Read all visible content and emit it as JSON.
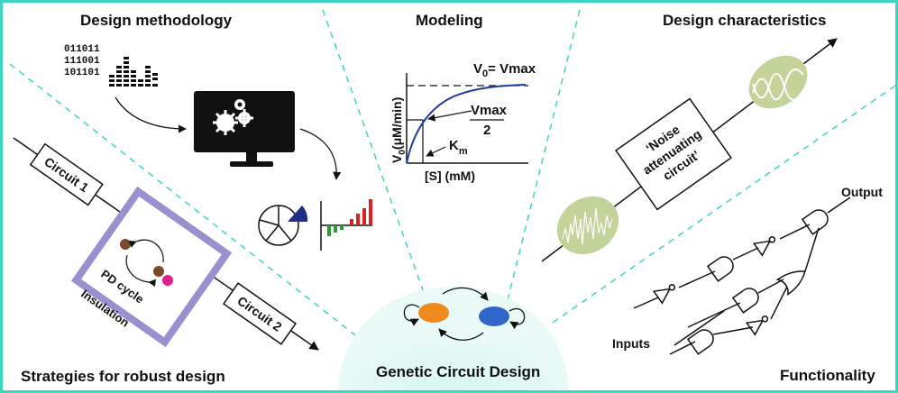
{
  "sections": {
    "design_methodology": "Design methodology",
    "modeling": "Modeling",
    "design_characteristics": "Design characteristics",
    "strategies": "Strategies for robust design",
    "genetic_circuit_design": "Genetic Circuit Design",
    "functionality": "Functionality"
  },
  "methodology": {
    "binary_lines": [
      "011011",
      "111001",
      "101101"
    ]
  },
  "modeling": {
    "v0_vmax": "V",
    "v0_vmax_sub": "0",
    "v0_vmax_rest": "= Vmax",
    "vmax_half_top": "Vmax",
    "vmax_half_bottom": "2",
    "km": "K",
    "km_sub": "m",
    "xlabel": "[S] (mM)",
    "ylabel_main": "V",
    "ylabel_sub": "0",
    "ylabel_rest": "(μM/min)"
  },
  "characteristics": {
    "circuit_line1": "‘Noise",
    "circuit_line2": "attenuating",
    "circuit_line3": "circuit’"
  },
  "strategies": {
    "circuit1": "Circuit 1",
    "circuit2": "Circuit 2",
    "pd_cycle": "PD cycle",
    "insulation": "Insulation"
  },
  "functionality": {
    "output": "Output",
    "inputs": "Inputs"
  },
  "colors": {
    "border": "#3ed6c2",
    "divider": "#3ed6c2",
    "insulation": "#9b8fd0",
    "curve": "#1f3c9e",
    "node_orange": "#f08a1c",
    "node_blue": "#2f66c8",
    "signal_blob": "#c3d39a",
    "pie_accent": "#1f2f86",
    "bar_red": "#e02020",
    "bar_green": "#2a9a3a",
    "magenta": "#e0208a",
    "brown": "#7a4a2a"
  }
}
